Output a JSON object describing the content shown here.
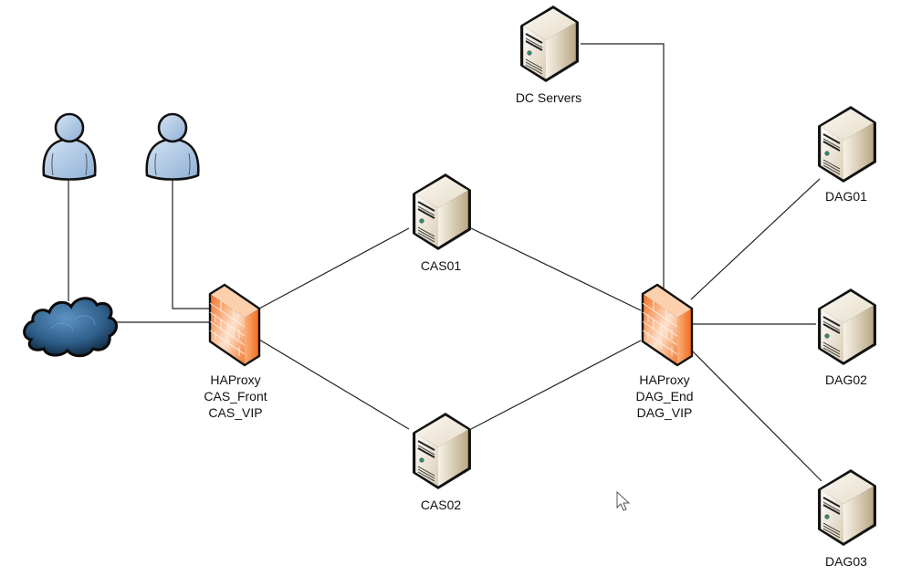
{
  "diagram": {
    "type": "network-topology",
    "nodes": {
      "user1": {
        "kind": "user",
        "label": ""
      },
      "user2": {
        "kind": "user",
        "label": ""
      },
      "internet": {
        "kind": "cloud",
        "label": ""
      },
      "haproxy_front": {
        "kind": "firewall",
        "label_lines": [
          "HAProxy",
          "CAS_Front",
          "CAS_VIP"
        ]
      },
      "cas01": {
        "kind": "server",
        "label": "CAS01"
      },
      "cas02": {
        "kind": "server",
        "label": "CAS02"
      },
      "dc": {
        "kind": "server",
        "label": "DC Servers"
      },
      "haproxy_end": {
        "kind": "firewall",
        "label_lines": [
          "HAProxy",
          "DAG_End",
          "DAG_VIP"
        ]
      },
      "dag01": {
        "kind": "server",
        "label": "DAG01"
      },
      "dag02": {
        "kind": "server",
        "label": "DAG02"
      },
      "dag03": {
        "kind": "server",
        "label": "DAG03"
      }
    },
    "edges": [
      [
        "user1",
        "internet"
      ],
      [
        "user2",
        "haproxy_front"
      ],
      [
        "internet",
        "haproxy_front"
      ],
      [
        "haproxy_front",
        "cas01"
      ],
      [
        "haproxy_front",
        "cas02"
      ],
      [
        "cas01",
        "haproxy_end"
      ],
      [
        "cas02",
        "haproxy_end"
      ],
      [
        "dc",
        "haproxy_end"
      ],
      [
        "haproxy_end",
        "dag01"
      ],
      [
        "haproxy_end",
        "dag02"
      ],
      [
        "haproxy_end",
        "dag03"
      ]
    ],
    "colors": {
      "user_fill": "#a9c4e2",
      "cloud_fill": "#2f5f8a",
      "firewall_fill": "#f58b46",
      "server_fill": "#e8dfcc",
      "line": "#222222"
    }
  }
}
